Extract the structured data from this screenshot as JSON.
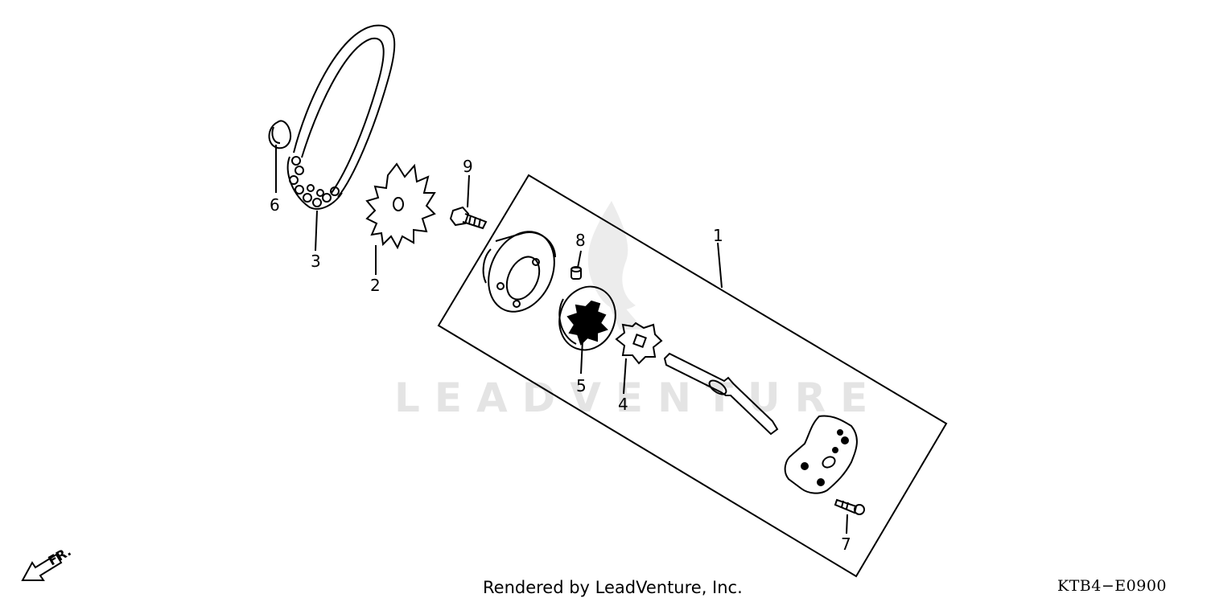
{
  "diagram": {
    "watermark": "LEADVENTURE",
    "callouts": [
      "1",
      "2",
      "3",
      "4",
      "5",
      "6",
      "7",
      "8",
      "9"
    ],
    "direction_label": "FR.",
    "credit": "Rendered by LeadVenture, Inc.",
    "code": "KTB4−E0900"
  }
}
